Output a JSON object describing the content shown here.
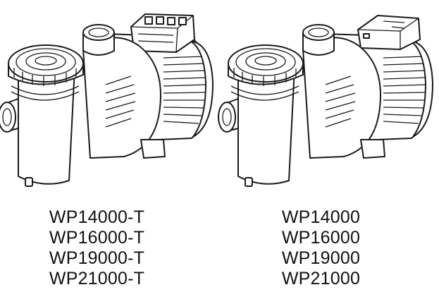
{
  "figures": [
    {
      "id": "left",
      "icons": [
        "pump-with-timer-icon"
      ],
      "models": [
        "WP14000-T",
        "WP16000-T",
        "WP19000-T",
        "WP21000-T"
      ]
    },
    {
      "id": "right",
      "icons": [
        "pump-icon"
      ],
      "models": [
        "WP14000",
        "WP16000",
        "WP19000",
        "WP21000"
      ]
    }
  ],
  "colors": {
    "line": "#1a1a1a",
    "background": "#ffffff"
  }
}
